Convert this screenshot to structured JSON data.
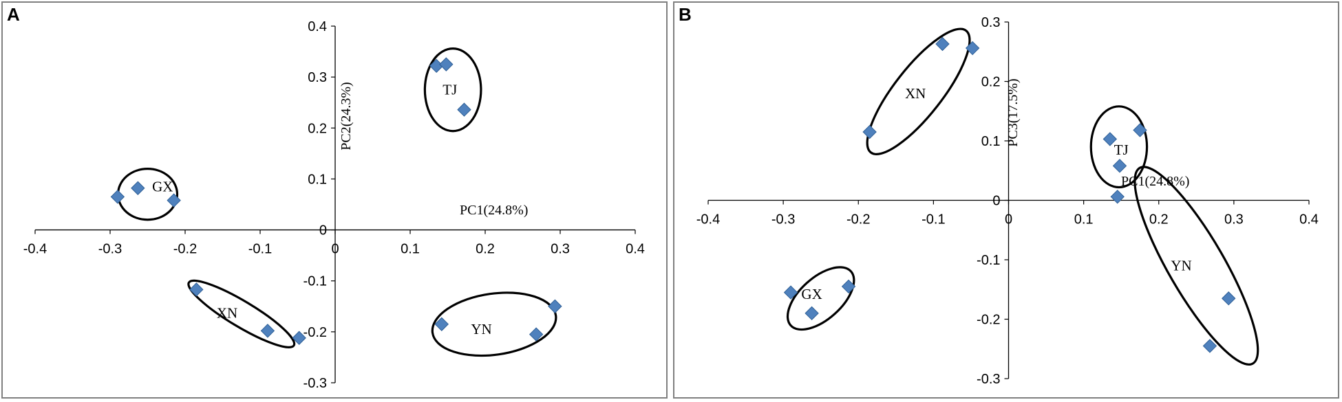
{
  "chart_data": [
    {
      "type": "scatter",
      "panel_label": "A",
      "xlabel": "PC1(24.8%)",
      "ylabel": "PC2(24.3%)",
      "xlim": [
        -0.4,
        0.4
      ],
      "ylim": [
        -0.3,
        0.4
      ],
      "x_ticks": [
        "-0.4",
        "-0.3",
        "-0.2",
        "-0.1",
        "0",
        "0.1",
        "0.2",
        "0.3",
        "0.4"
      ],
      "y_ticks": [
        "0.4",
        "0.3",
        "0.2",
        "0.1",
        "0",
        "-0.1",
        "-0.2",
        "-0.3"
      ],
      "marker_color": "#4f81bd",
      "grid": false,
      "points": [
        {
          "x": -0.29,
          "y": 0.065
        },
        {
          "x": -0.263,
          "y": 0.082
        },
        {
          "x": -0.215,
          "y": 0.058
        },
        {
          "x": 0.135,
          "y": 0.322
        },
        {
          "x": 0.148,
          "y": 0.325
        },
        {
          "x": 0.172,
          "y": 0.236
        },
        {
          "x": -0.185,
          "y": -0.117
        },
        {
          "x": -0.09,
          "y": -0.198
        },
        {
          "x": -0.048,
          "y": -0.212
        },
        {
          "x": 0.142,
          "y": -0.185
        },
        {
          "x": 0.268,
          "y": -0.205
        },
        {
          "x": 0.293,
          "y": -0.15
        }
      ],
      "groups": [
        {
          "label": "GX",
          "cx": -0.25,
          "cy": 0.07,
          "rx": 0.058,
          "ry": 0.05,
          "rot": 0,
          "lx": -0.23,
          "ly": 0.085
        },
        {
          "label": "TJ",
          "cx": 0.157,
          "cy": 0.275,
          "rx": 0.055,
          "ry": 0.081,
          "rot": 0,
          "lx": 0.153,
          "ly": 0.275
        },
        {
          "label": "XN",
          "cx": -0.125,
          "cy": -0.165,
          "rx": 0.12,
          "ry": 0.025,
          "rot": 31,
          "lx": -0.144,
          "ly": -0.163
        },
        {
          "label": "YN",
          "cx": 0.212,
          "cy": -0.185,
          "rx": 0.122,
          "ry": 0.06,
          "rot": -8,
          "lx": 0.195,
          "ly": -0.195
        }
      ]
    },
    {
      "type": "scatter",
      "panel_label": "B",
      "xlabel": "PC1(24.8%)",
      "ylabel": "PC3(17.5%)",
      "xlim": [
        -0.4,
        0.4
      ],
      "ylim": [
        -0.3,
        0.3
      ],
      "x_ticks": [
        "-0.4",
        "-0.3",
        "-0.2",
        "-0.1",
        "0",
        "0.1",
        "0.2",
        "0.3",
        "0.4"
      ],
      "y_ticks": [
        "0.3",
        "0.2",
        "0.1",
        "0",
        "-0.1",
        "-0.2",
        "-0.3"
      ],
      "marker_color": "#4f81bd",
      "grid": false,
      "points": [
        {
          "x": -0.185,
          "y": 0.115
        },
        {
          "x": -0.088,
          "y": 0.263
        },
        {
          "x": -0.048,
          "y": 0.256
        },
        {
          "x": 0.135,
          "y": 0.103
        },
        {
          "x": 0.175,
          "y": 0.118
        },
        {
          "x": 0.148,
          "y": 0.058
        },
        {
          "x": 0.145,
          "y": 0.006
        },
        {
          "x": -0.29,
          "y": -0.155
        },
        {
          "x": -0.262,
          "y": -0.19
        },
        {
          "x": -0.213,
          "y": -0.145
        },
        {
          "x": 0.293,
          "y": -0.165
        },
        {
          "x": 0.268,
          "y": -0.245
        }
      ],
      "groups": [
        {
          "label": "XN",
          "cx": -0.12,
          "cy": 0.183,
          "rx": 0.13,
          "ry": 0.04,
          "rot": -52,
          "lx": -0.124,
          "ly": 0.18
        },
        {
          "label": "TJ",
          "cx": 0.147,
          "cy": 0.09,
          "rx": 0.047,
          "ry": 0.068,
          "rot": 0,
          "lx": 0.15,
          "ly": 0.085
        },
        {
          "label": "YN",
          "cx": 0.25,
          "cy": -0.11,
          "rx": 0.19,
          "ry": 0.047,
          "rot": 60,
          "lx": 0.23,
          "ly": -0.11
        },
        {
          "label": "GX",
          "cx": -0.25,
          "cy": -0.165,
          "rx": 0.068,
          "ry": 0.035,
          "rot": -42,
          "lx": -0.262,
          "ly": -0.158
        }
      ]
    }
  ]
}
